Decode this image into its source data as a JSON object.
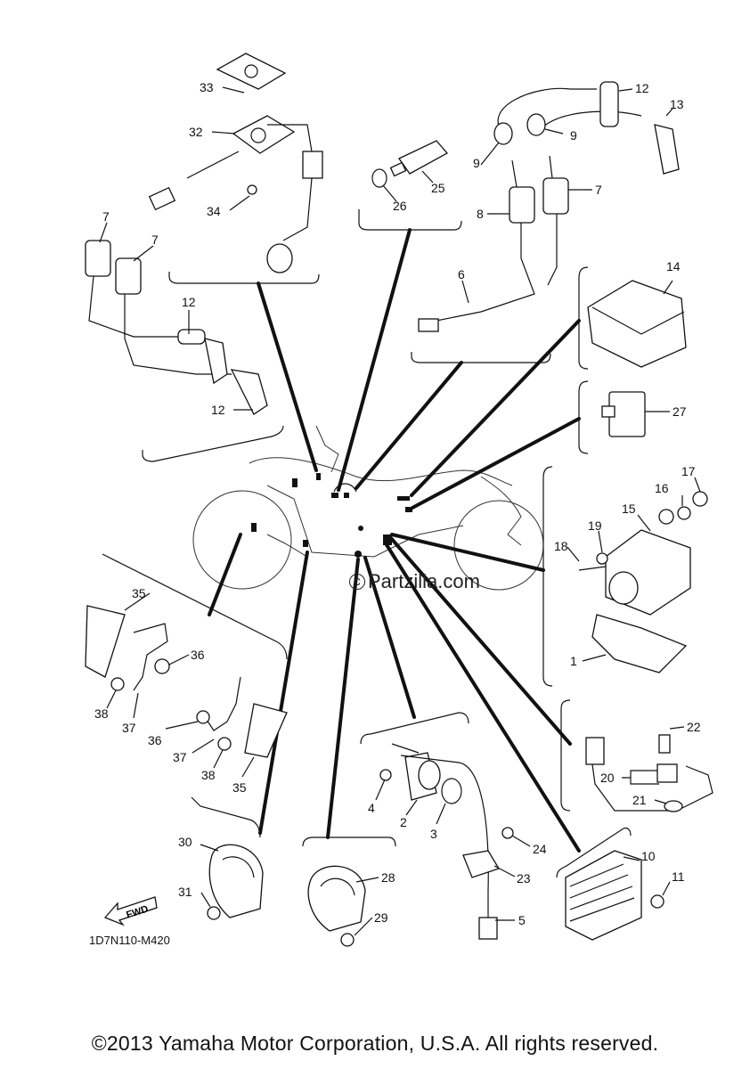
{
  "diagram_title": "",
  "doc_code": "1D7N110-M420",
  "copyright": "©2013 Yamaha Motor Corporation, U.S.A. All rights reserved.",
  "watermark": "Partzilla.com",
  "fwd_label": "FWD",
  "callouts": [
    "1",
    "2",
    "3",
    "4",
    "5",
    "6",
    "7",
    "8",
    "9",
    "10",
    "11",
    "12",
    "13",
    "14",
    "15",
    "16",
    "17",
    "18",
    "19",
    "20",
    "21",
    "22",
    "23",
    "24",
    "25",
    "26",
    "27",
    "28",
    "29",
    "30",
    "31",
    "32",
    "33",
    "34",
    "35",
    "36",
    "37",
    "38"
  ],
  "colors": {
    "ink": "#111111",
    "background": "#ffffff"
  }
}
